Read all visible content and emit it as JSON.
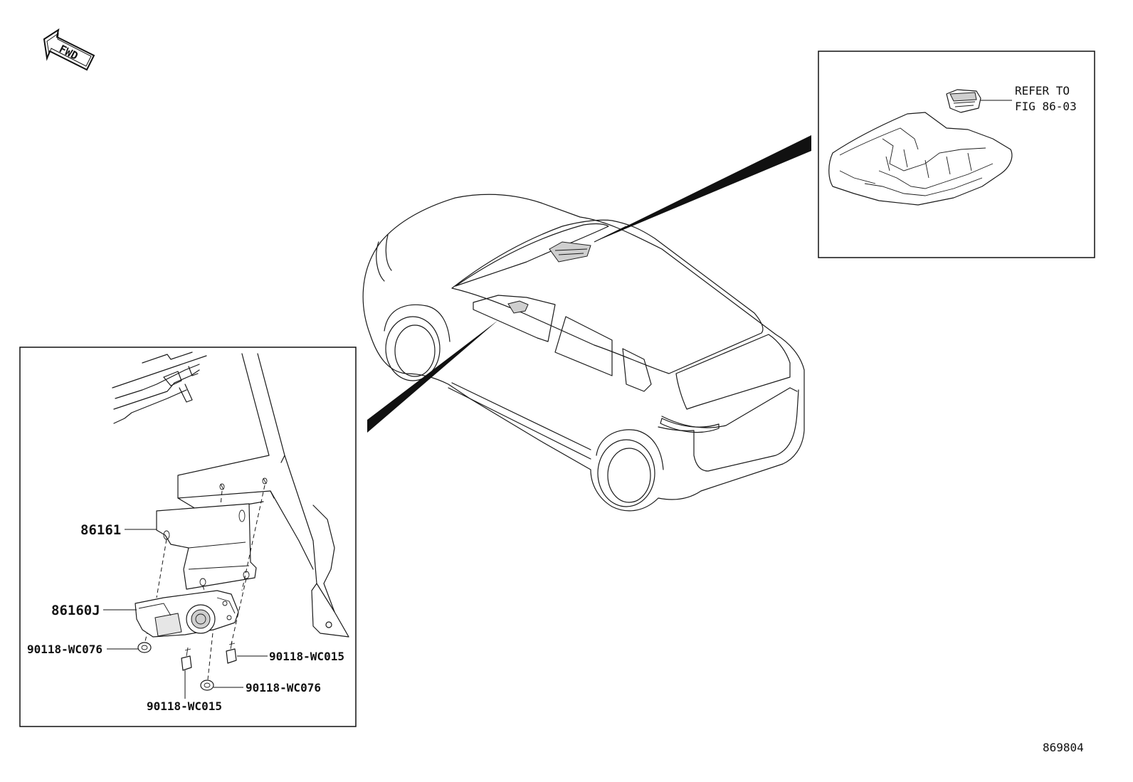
{
  "fwd_label": "FWD",
  "callout_top": {
    "refer_line1": "REFER TO",
    "refer_line2": "FIG 86-03"
  },
  "callout_bottom": {
    "part_86161": "86161",
    "part_86160J": "86160J",
    "fastener_left": "90118-WC076",
    "fastener_right": "90118-WC015",
    "fastener_bottom_right": "90118-WC076",
    "fastener_bottom": "90118-WC015"
  },
  "figure_number": "869804"
}
